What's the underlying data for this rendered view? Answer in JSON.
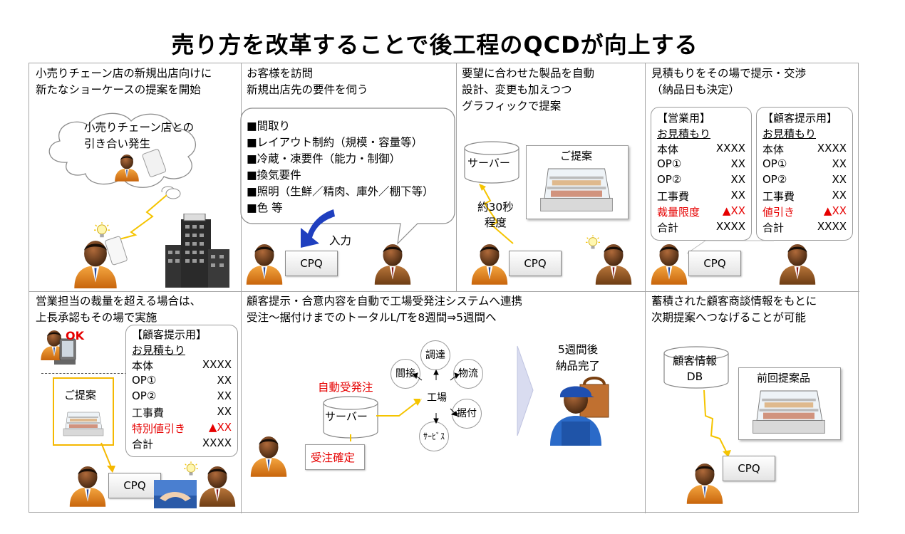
{
  "title": "売り方を改革することで後工程のQCDが向上する",
  "panels": {
    "p1": {
      "caption": "小売りチェーン店の新規出店向けに\n新たなショーケースの提案を開始",
      "cloud": "小売りチェーン店との\n引き合い発生"
    },
    "p2": {
      "caption": "お客様を訪問\n新規出店先の要件を伺う",
      "requirements": [
        "■間取り",
        "■レイアウト制約（規模・容量等）",
        "■冷蔵・凍要件（能力・制御）",
        "■換気要件",
        "■照明（生鮮／精肉、庫外／棚下等）",
        "■色 等"
      ],
      "input_label": "入力",
      "cpq": "CPQ"
    },
    "p3": {
      "caption": "要望に合わせた製品を自動\n設計、変更も加えつつ\nグラフィックで提案",
      "server": "サーバー",
      "proposal": "ご提案",
      "time": "約30秒\n程度",
      "cpq": "CPQ"
    },
    "p4": {
      "caption": "見積もりをその場で提示・交渉\n（納品日も決定）",
      "sales": {
        "header": "【営業用】",
        "subheader": "お見積もり",
        "rows": [
          {
            "label": "本体",
            "value": "XXXX",
            "red": false
          },
          {
            "label": "OP①",
            "value": "XX",
            "red": false
          },
          {
            "label": "OP②",
            "value": "XX",
            "red": false
          },
          {
            "label": "工事費",
            "value": "XX",
            "red": false
          },
          {
            "label": "裁量限度",
            "value": "▲XX",
            "red": true
          },
          {
            "label": "合計",
            "value": "XXXX",
            "red": false
          }
        ]
      },
      "customer": {
        "header": "【顧客提示用】",
        "subheader": "お見積もり",
        "rows": [
          {
            "label": "本体",
            "value": "XXXX",
            "red": false
          },
          {
            "label": "OP①",
            "value": "XX",
            "red": false
          },
          {
            "label": "OP②",
            "value": "XX",
            "red": false
          },
          {
            "label": "工事費",
            "value": "XX",
            "red": false
          },
          {
            "label": "値引き",
            "value": "▲XX",
            "red": true
          },
          {
            "label": "合計",
            "value": "XXXX",
            "red": false
          }
        ]
      },
      "cpq": "CPQ"
    },
    "p5": {
      "caption": "営業担当の裁量を超える場合は、\n上長承認もその場で実施",
      "ok": "OK",
      "proposal": "ご提案",
      "estimate": {
        "header": "【顧客提示用】",
        "subheader": "お見積もり",
        "rows": [
          {
            "label": "本体",
            "value": "XXXX",
            "red": false
          },
          {
            "label": "OP①",
            "value": "XX",
            "red": false
          },
          {
            "label": "OP②",
            "value": "XX",
            "red": false
          },
          {
            "label": "工事費",
            "value": "XX",
            "red": false
          },
          {
            "label": "特別値引き",
            "value": "▲XX",
            "red": true
          },
          {
            "label": "合計",
            "value": "XXXX",
            "red": false
          }
        ]
      },
      "cpq": "CPQ"
    },
    "p6": {
      "caption": "顧客提示・合意内容を自動で工場受発注システムへ連携\n受注～据付けまでのトータルL/Tを8週間⇒5週間へ",
      "auto_order": "自動受発注",
      "server": "サーバー",
      "order_confirm": "受注確定",
      "factory": "工場",
      "nodes": [
        "調達",
        "物流",
        "据付",
        "ｻｰﾋﾞｽ",
        "間接"
      ],
      "delivery": "5週間後\n納品完了"
    },
    "p7": {
      "caption": "蓄積された顧客商談情報をもとに\n次期提案へつなげることが可能",
      "db": "顧客情報\nDB",
      "previous": "前回提案品",
      "cpq": "CPQ"
    }
  },
  "colors": {
    "accent_red": "#e60000",
    "arrow_blue": "#1f3fbf",
    "lightning": "#f5c400",
    "border": "#a6a6a6",
    "person_orange": "#e8891a"
  }
}
